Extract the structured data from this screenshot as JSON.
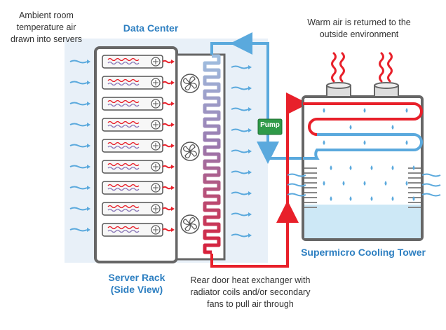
{
  "labels": {
    "ambient_line1": "Ambient room",
    "ambient_line2": "temperature air",
    "ambient_line3": "drawn into servers",
    "data_center": "Data Center",
    "warm_line1": "Warm air is returned to the",
    "warm_line2": "outside environment",
    "tower": "Supermicro Cooling Tower",
    "rack_line1": "Server Rack",
    "rack_line2": "(Side View)",
    "rear_line1": "Rear door heat exchanger with",
    "rear_line2": "radiator coils and/or secondary",
    "rear_line3": "fans to pull air through",
    "pump": "Pump"
  },
  "colors": {
    "cold": "#5aa9dd",
    "hot": "#e8202a",
    "frame": "#666666",
    "pump": "#2f9a48",
    "title_blue": "#2d7fc1",
    "room_bg": "#e8f0f8",
    "water": "#cde8f6"
  },
  "icons": {
    "fan": "fan-icon",
    "steam": "steam-icon",
    "air_flow": "wave-arrow-icon",
    "droplet": "water-droplet-icon"
  }
}
